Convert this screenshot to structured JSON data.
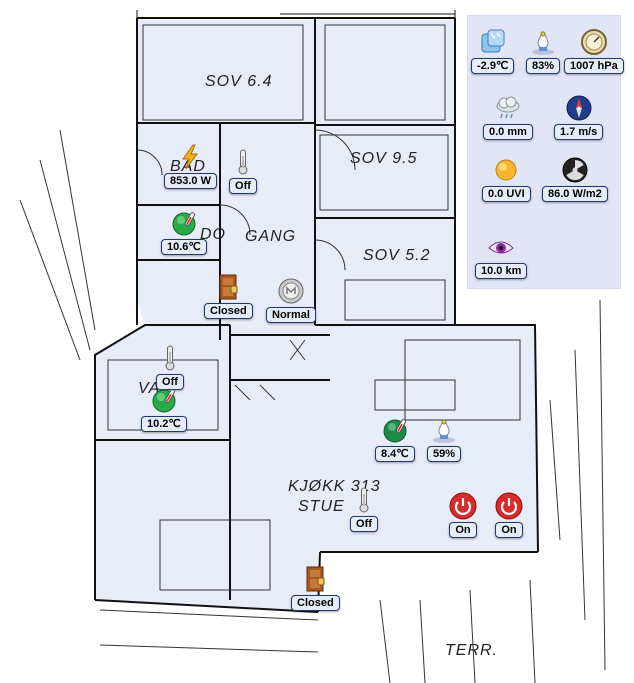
{
  "rooms": {
    "sov_6_4": "SOV 6.4",
    "sov_9_5": "SOV 9.5",
    "sov_5_2": "SOV 5.2",
    "bad": "BAD",
    "do": "DO",
    "gang": "GANG",
    "vask": "VA",
    "kjokk_num": "KJØKK 313",
    "stue": "STUE",
    "terr": "TERR."
  },
  "devices": {
    "bath_power": {
      "value": "853.0 W",
      "icon": "lightning-icon"
    },
    "bath_switch": {
      "value": "Off",
      "icon": "thermometer-icon"
    },
    "wc_temp": {
      "value": "10.6℃",
      "icon": "temperature-globe-icon"
    },
    "front_door": {
      "value": "Closed",
      "icon": "door-icon"
    },
    "hall_mode": {
      "value": "Normal",
      "icon": "mode-button-icon"
    },
    "laundry_switch": {
      "value": "Off",
      "icon": "thermometer-icon"
    },
    "laundry_temp": {
      "value": "10.2℃",
      "icon": "temperature-globe-icon"
    },
    "living_temp": {
      "value": "8.4℃",
      "icon": "temperature-globe-icon"
    },
    "living_humidity": {
      "value": "59%",
      "icon": "humidity-icon"
    },
    "living_switch": {
      "value": "Off",
      "icon": "thermometer-icon"
    },
    "power_1": {
      "value": "On",
      "icon": "power-button-icon",
      "color": "#d92b2b"
    },
    "power_2": {
      "value": "On",
      "icon": "power-button-icon",
      "color": "#d92b2b"
    },
    "terrace_door": {
      "value": "Closed",
      "icon": "door-icon"
    }
  },
  "weather": {
    "outdoor_temp": {
      "value": "-2.9℃",
      "icon": "ice-icon"
    },
    "outdoor_humidity": {
      "value": "83%",
      "icon": "humidity-icon"
    },
    "pressure": {
      "value": "1007 hPa",
      "icon": "barometer-icon"
    },
    "rain": {
      "value": "0.0 mm",
      "icon": "rain-cloud-icon"
    },
    "wind": {
      "value": "1.7 m/s",
      "icon": "compass-icon"
    },
    "uv": {
      "value": "0.0 UVI",
      "icon": "sun-icon"
    },
    "radiation": {
      "value": "86.0 W/m2",
      "icon": "radiation-icon"
    },
    "visibility": {
      "value": "10.0 km",
      "icon": "eye-icon"
    }
  },
  "colors": {
    "room_fill": "#e8ebf8",
    "badge_bg": "#e6edf8",
    "badge_border": "#203a6b",
    "weather_bg": "#e1e5f6"
  }
}
